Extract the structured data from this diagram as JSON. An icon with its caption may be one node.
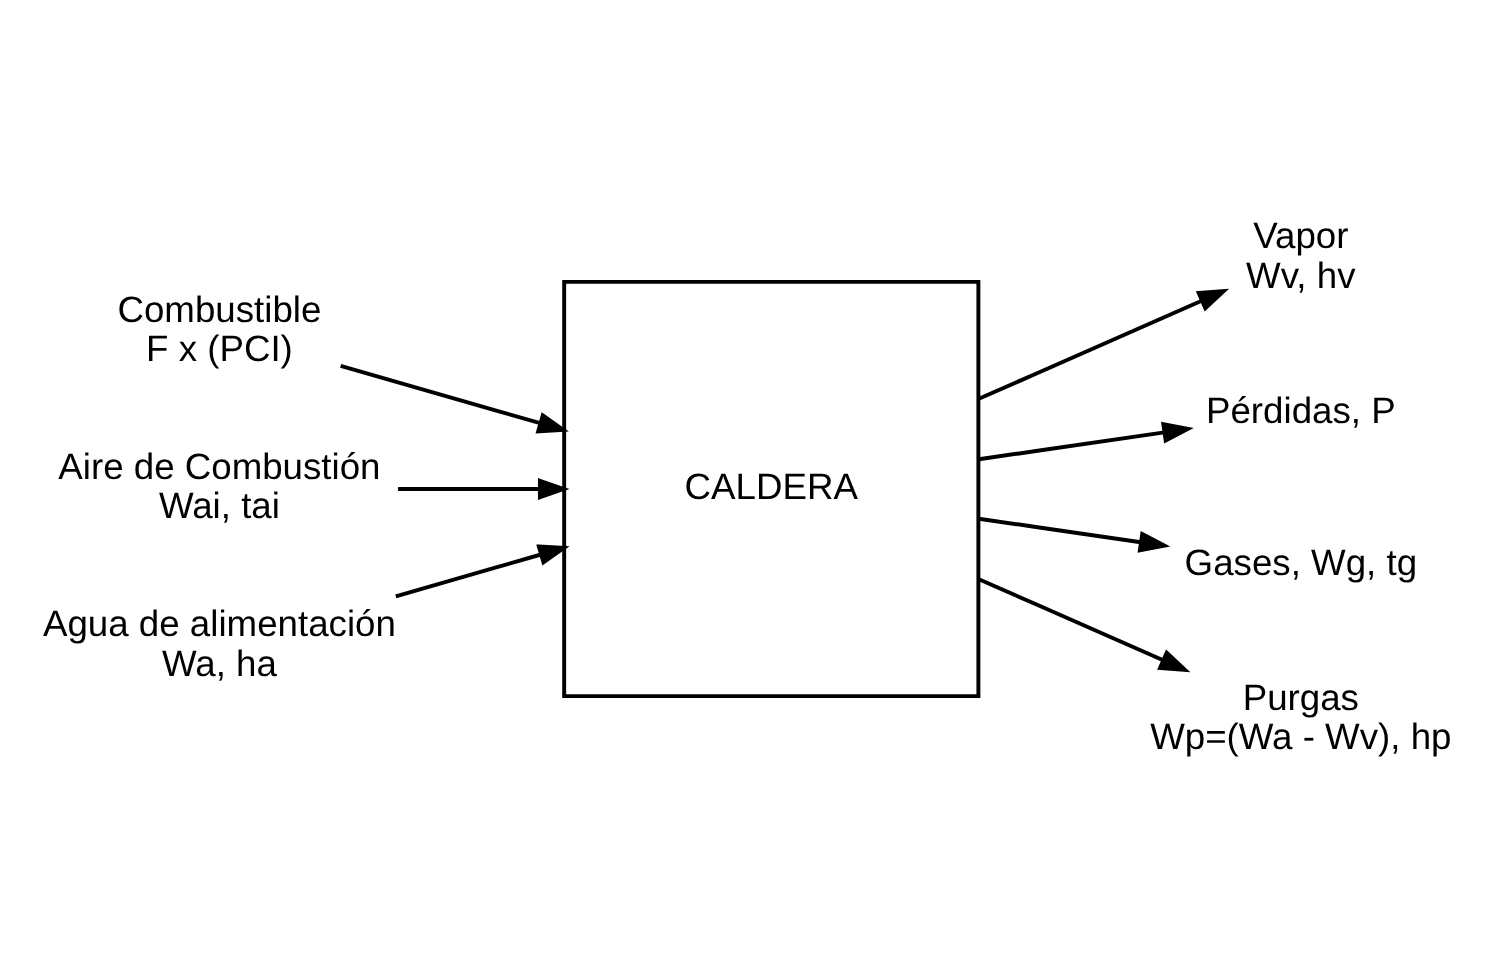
{
  "diagram": {
    "nodes": [
      {
        "text": [
          "CALDERA"
        ]
      },
      {
        "text": [
          "Combustible",
          "F x (PCI)"
        ]
      },
      {
        "text": [
          "Aire de Combustión",
          "Wai, tai"
        ]
      },
      {
        "text": [
          "Vapor",
          "Wv, hv"
        ]
      },
      {
        "text": [
          "Pérdidas, P"
        ]
      },
      {
        "text": [
          "Gases, Wg, tg"
        ]
      },
      {
        "text": [
          "Purgas",
          "Wp=(Wa - Wv), hp"
        ]
      },
      {
        "text": [
          "Agua de alimentación",
          "Wa, ha"
        ]
      }
    ],
    "edges": [
      {
        "from": 1,
        "to": 0,
        "arrow": "to"
      },
      {
        "from": 2,
        "to": 0,
        "arrow": "to"
      },
      {
        "from": 0,
        "to": 3,
        "arrow": "to"
      },
      {
        "from": 0,
        "to": 4,
        "arrow": "to"
      },
      {
        "from": 0,
        "to": 5,
        "arrow": "to"
      },
      {
        "from": 0,
        "to": 6,
        "arrow": "to"
      },
      {
        "from": 7,
        "to": 0,
        "arrow": "to"
      }
    ]
  }
}
